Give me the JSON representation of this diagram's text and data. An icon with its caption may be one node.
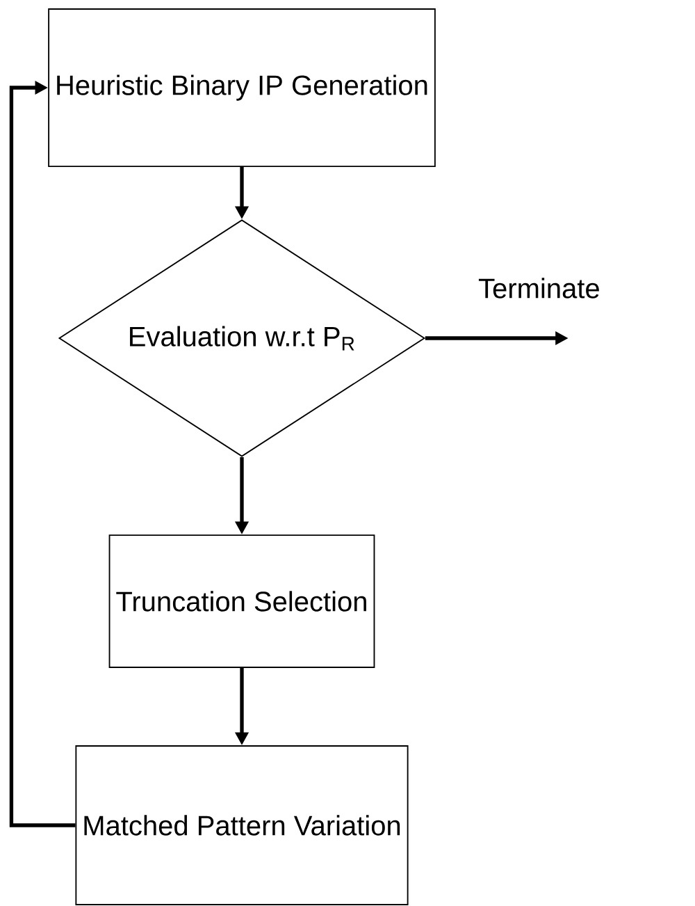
{
  "diagram": {
    "nodes": [
      {
        "text": [
          "Heuristic Binary IP Generation"
        ]
      },
      {
        "text": [
          "Evaluation w.r.t P$_{R}$"
        ]
      },
      {
        "text": [
          "Truncation Selection"
        ]
      },
      {
        "text": [
          "Matched Pattern Variation"
        ]
      }
    ],
    "edges": [
      {
        "from": 0,
        "to": 1,
        "arrow": "to"
      },
      {
        "from": 1,
        "to": null,
        "arrow": "to",
        "label": "Terminate"
      },
      {
        "from": 1,
        "to": 2,
        "arrow": "to"
      },
      {
        "from": 2,
        "to": 3,
        "arrow": "to"
      },
      {
        "from": 3,
        "to": 0,
        "arrow": "to"
      }
    ]
  }
}
